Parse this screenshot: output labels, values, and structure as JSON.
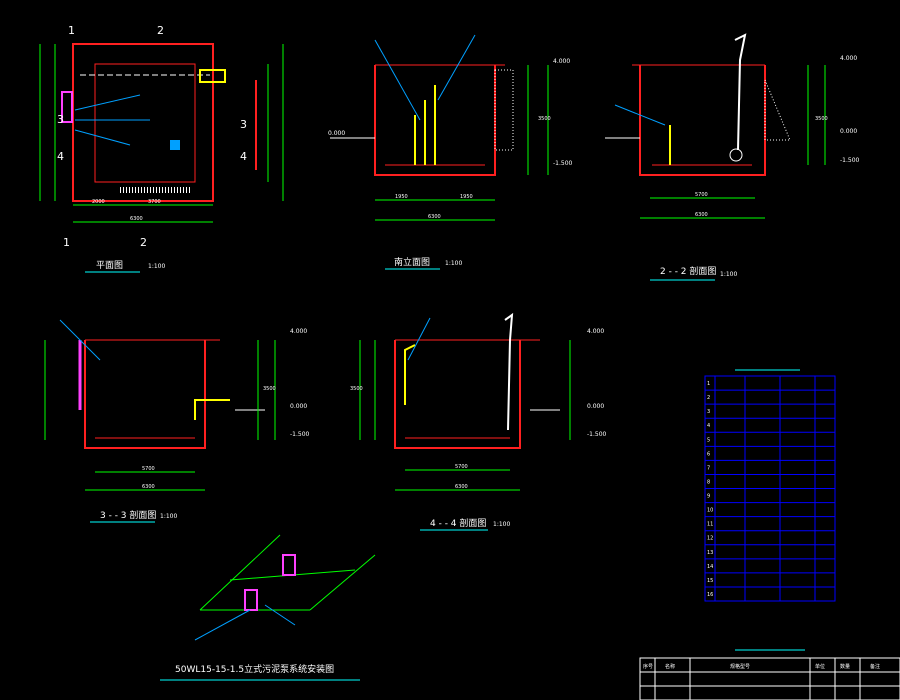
{
  "colors": {
    "background": "#000000",
    "wall": "#ff2020",
    "pipe_yellow": "#ffff00",
    "pipe_magenta": "#ff40ff",
    "dimension": "#00ff00",
    "text": "#ffffff",
    "leader": "#00a0ff",
    "title_underline": "#00ffff",
    "table_border": "#0000ff"
  },
  "plan_view": {
    "title": "平面图",
    "scale": "1:100",
    "section_marks": [
      "1",
      "2",
      "3",
      "4"
    ],
    "dims_bottom": [
      "2000",
      "3700"
    ],
    "dim_total": "6300"
  },
  "front_elev": {
    "title": "南立面图",
    "scale": "1:100",
    "dims": [
      "1950",
      "1950"
    ],
    "dim_total": "6300",
    "level_top": "4.000",
    "level_ground": "0.000",
    "level_bottom": "-1.500",
    "height_right": "3500"
  },
  "section_22": {
    "title": "2 - - 2 剖面图",
    "scale": "1:100",
    "dim_inner": "5700",
    "dim_total": "6300",
    "level_top": "4.000",
    "level_ground": "0.000",
    "level_bottom": "-1.500",
    "height_right": "3500"
  },
  "section_33": {
    "title": "3 - - 3 剖面图",
    "scale": "1:100",
    "dim_inner": "5700",
    "dim_total": "6300",
    "level_top": "4.000",
    "level_ground": "0.000",
    "level_bottom": "-1.500",
    "height_right": "3500"
  },
  "section_44": {
    "title": "4 - - 4 剖面图",
    "scale": "1:100",
    "dim_inner": "5700",
    "dim_total": "6300",
    "level_top": "4.000",
    "level_ground": "0.000",
    "level_bottom": "-1.500",
    "height_left": "3500"
  },
  "isometric": {
    "title": "50WL15-15-1.5立式污泥泵系统安装图"
  },
  "materials_table": {
    "rows": [
      "1",
      "2",
      "3",
      "4",
      "5",
      "6",
      "7",
      "8",
      "9",
      "10",
      "11",
      "12",
      "13",
      "14",
      "15",
      "16"
    ]
  },
  "legend_table": {
    "header": [
      "序号",
      "名称",
      "规格型号",
      "单位",
      "数量",
      "备注"
    ]
  }
}
